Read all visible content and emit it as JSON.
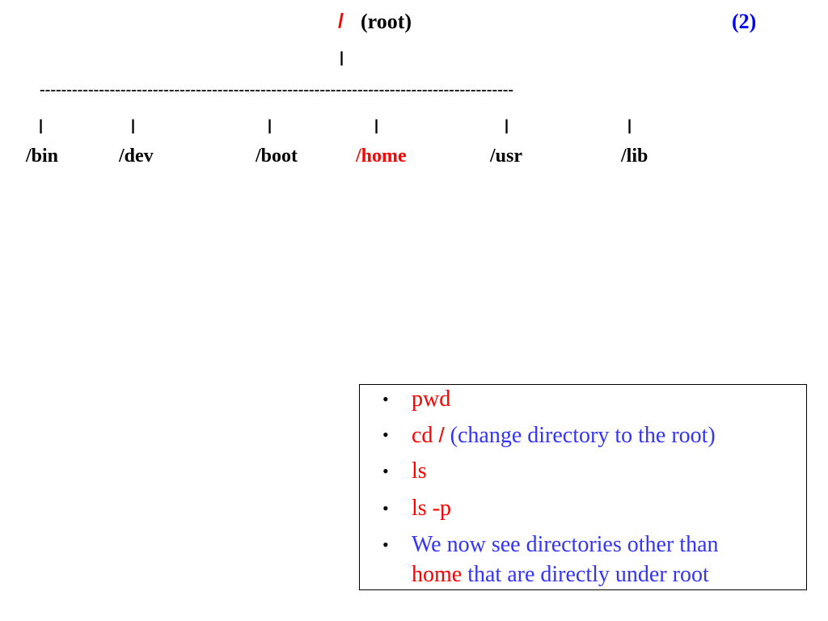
{
  "tree": {
    "root_slash": "/",
    "root_label": "(root)",
    "slide_number": "(2)",
    "connector": "|",
    "dash_line": "----------------------------------------------------------------------------------------",
    "directories": [
      {
        "name": "/bin",
        "highlight": false
      },
      {
        "name": "/dev",
        "highlight": false
      },
      {
        "name": "/boot",
        "highlight": false
      },
      {
        "name": "/home",
        "highlight": true
      },
      {
        "name": "/usr",
        "highlight": false
      },
      {
        "name": "/lib",
        "highlight": false
      }
    ]
  },
  "commands": {
    "bullet": "•",
    "items": [
      {
        "text": "pwd"
      },
      {
        "cmd": "cd",
        "slash": "/",
        "note": "(change directory to the root)"
      },
      {
        "text": "ls"
      },
      {
        "text": "ls -p"
      },
      {
        "line1": "We now see directories other than",
        "line2_red": "home",
        "line2_rest": " that are directly under root"
      }
    ]
  },
  "colors": {
    "highlight_red": "#ff0000",
    "note_blue": "#3333ff",
    "slide_number_blue": "#0000ff",
    "text_black": "#000000"
  }
}
